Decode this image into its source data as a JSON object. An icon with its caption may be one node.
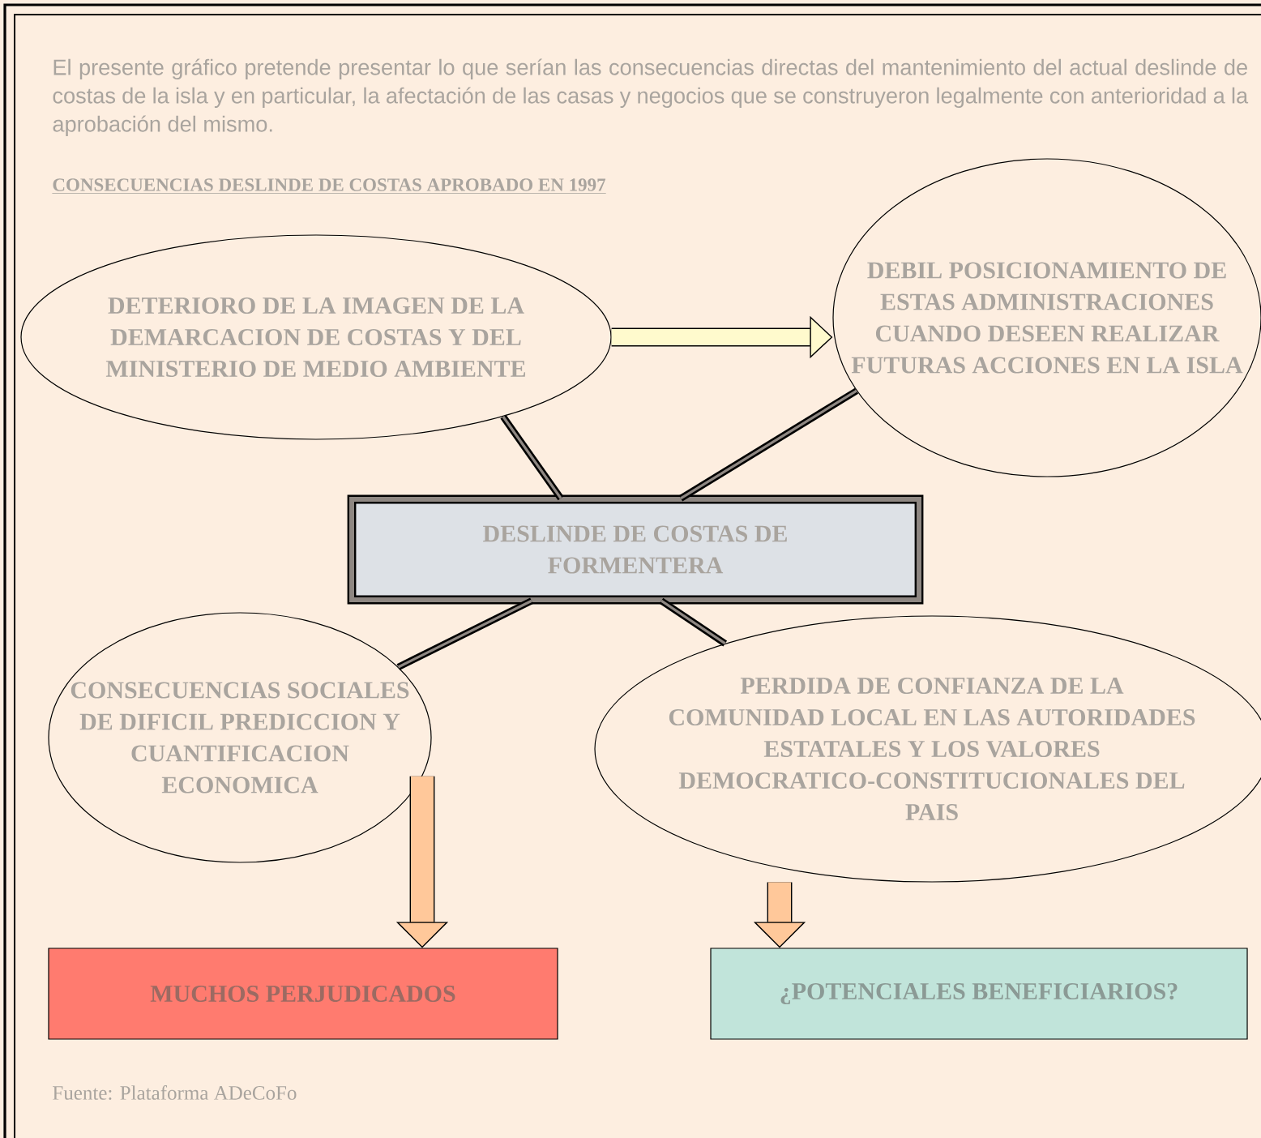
{
  "diagram": {
    "title": "CONSECUENCIAS DESLINDE DE COSTAS APROBADO EN 1997",
    "nodes": [
      {
        "text": [
          "DETERIORO DE LA IMAGEN DE LA DEMARCACION DE COSTAS Y DEL MINISTERIO DE MEDIO AMBIENTE"
        ]
      },
      {
        "text": [
          "DEBIL POSICIONAMIENTO DE ESTAS ADMINISTRACIONES CUANDO DESEEN REALIZAR FUTURAS ACCIONES EN LA ISLA"
        ]
      },
      {
        "text": [
          "DESLINDE DE COSTAS DE FORMENTERA"
        ]
      },
      {
        "text": [
          "CONSECUENCIAS SOCIALES DE DIFICIL PREDICCION Y CUANTIFICACION ECONOMICA"
        ]
      },
      {
        "text": [
          "PERDIDA DE CONFIANZA DE LA COMUNIDAD LOCAL EN LAS AUTORIDADES ESTATALES Y LOS VALORES DEMOCRATICO-CONSTITUCIONALES DEL PAIS"
        ]
      },
      {
        "text": [
          "MUCHOS PERJUDICADOS"
        ]
      },
      {
        "text": [
          "¿POTENCIALES BENEFICIARIOS?"
        ]
      }
    ],
    "edges": [
      {
        "from": 2,
        "to": 0,
        "arrow": "none"
      },
      {
        "from": 2,
        "to": 1,
        "arrow": "none"
      },
      {
        "from": 2,
        "to": 3,
        "arrow": "none"
      },
      {
        "from": 2,
        "to": 4,
        "arrow": "none"
      },
      {
        "from": 0,
        "to": 1,
        "arrow": "to",
        "style": "thick"
      },
      {
        "from": 3,
        "to": 5,
        "arrow": "to",
        "style": "thick"
      },
      {
        "from": 4,
        "to": 6,
        "arrow": "to",
        "style": "thick"
      }
    ],
    "labels": [
      "El presente gráfico pretende presentar lo que serían las consecuencias directas del mantenimiento del actual deslinde de costas de la isla y en particular, la afectación de las casas y negocios que se construyeron legalmente con anterioridad a la aprobación del mismo.",
      "Fuente: Plataforma ADeCoFo"
    ]
  }
}
